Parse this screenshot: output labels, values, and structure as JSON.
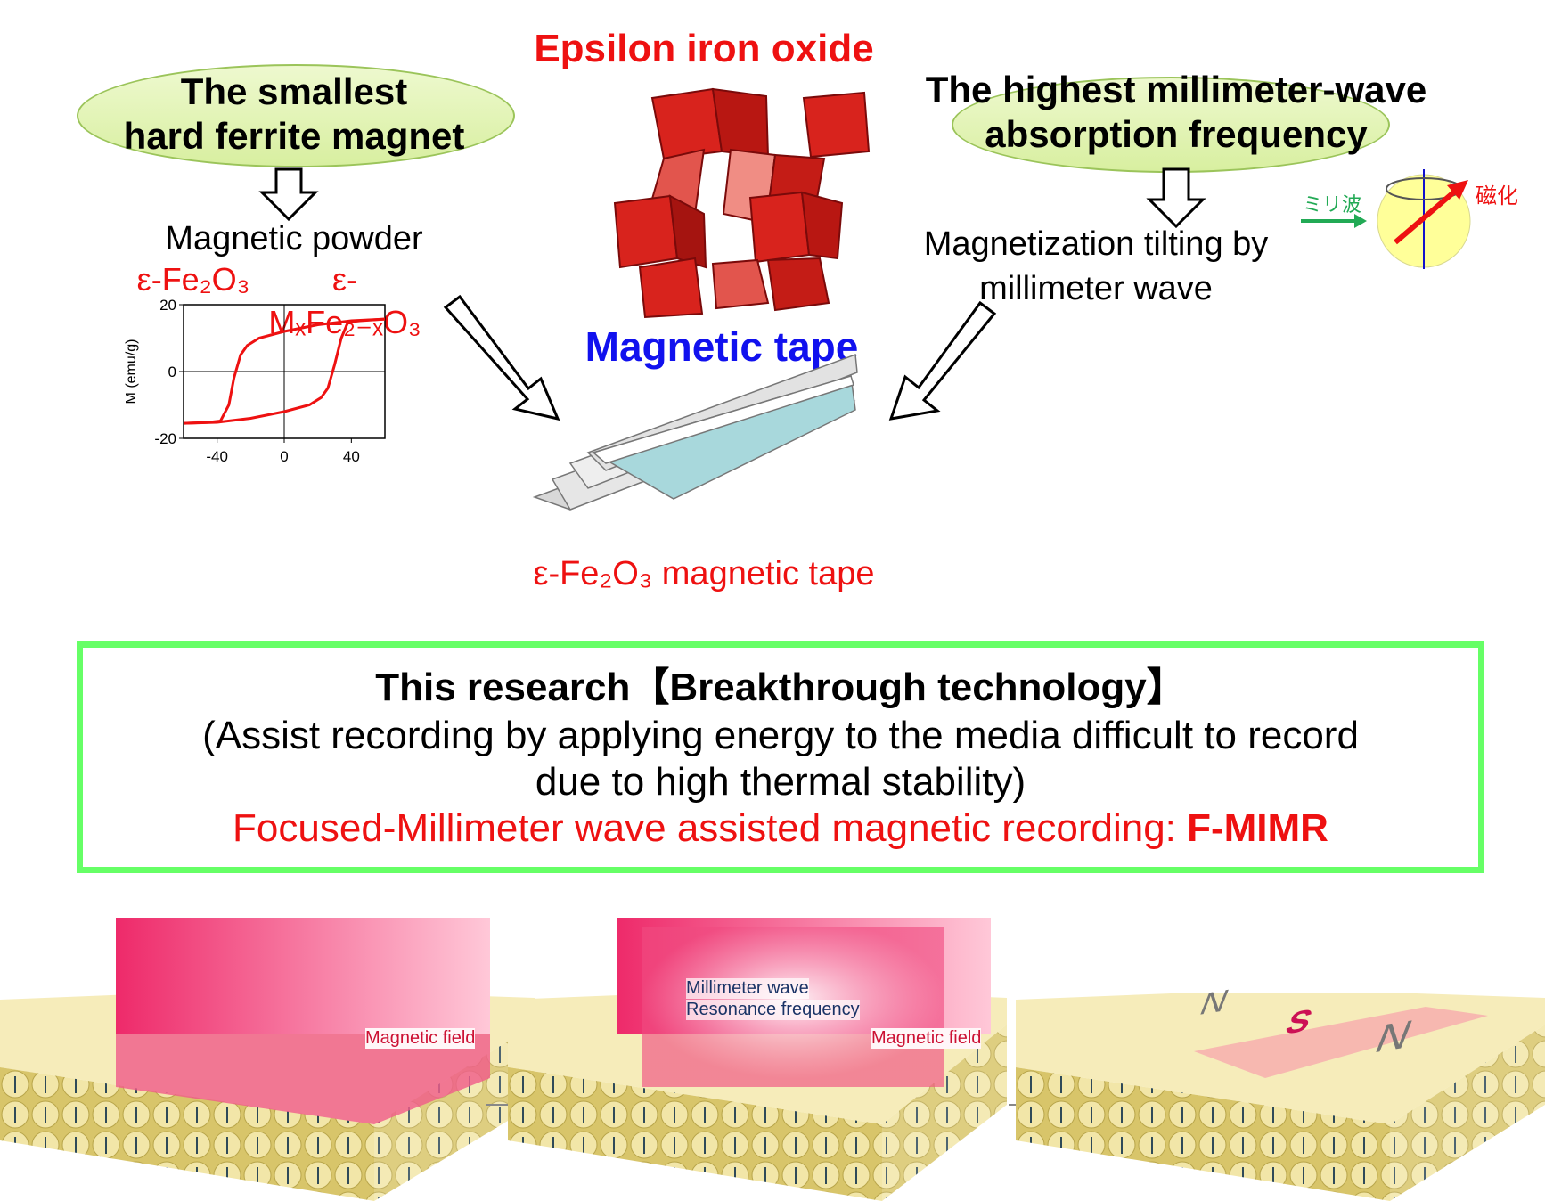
{
  "top_center_title": "Epsilon iron oxide",
  "left": {
    "ellipse_line1": "The smallest",
    "ellipse_line2": "hard ferrite magnet",
    "powder_label": "Magnetic powder",
    "formula_a": "ε-Fe₂O₃",
    "formula_b": "ε-MₓFe₂₋ₓO₃"
  },
  "right": {
    "ellipse_line1": "The highest millimeter-wave",
    "ellipse_line2": "absorption frequency",
    "tilt_line1": "Magnetization tilting by",
    "tilt_line2": "millimeter wave",
    "mmwave_label": "ミリ波",
    "magnetization_label": "磁化"
  },
  "center": {
    "tape_title": "Magnetic tape",
    "tape_caption": "ε-Fe₂O₃ magnetic tape"
  },
  "chart_data": {
    "type": "line",
    "title": "",
    "xlabel": "",
    "ylabel": "M (emu/g)",
    "xlim": [
      -60,
      60
    ],
    "ylim": [
      -20,
      20
    ],
    "x_ticks": [
      "-40",
      "0",
      "40"
    ],
    "y_ticks": [
      "20",
      "0",
      "-20"
    ],
    "series": [
      {
        "x": [
          -60,
          -45,
          -38,
          -33,
          -30,
          -26,
          -22,
          -15,
          0,
          20,
          40,
          60
        ],
        "y": [
          -15.5,
          -15.2,
          -14.8,
          -10,
          -2,
          5,
          7.8,
          10,
          12,
          14,
          15.2,
          15.7
        ]
      },
      {
        "x": [
          60,
          45,
          38,
          34,
          30,
          26,
          22,
          15,
          0,
          -20,
          -40,
          -60
        ],
        "y": [
          15.7,
          15.2,
          14.8,
          10,
          2,
          -5,
          -7.8,
          -10,
          -12,
          -14,
          -15.2,
          -15.5
        ]
      }
    ],
    "color": "#ee1111"
  },
  "research": {
    "line1": "This research【Breakthrough technology】",
    "line2": "(Assist recording by applying energy to the media difficult to record",
    "line3": "due to high thermal stability)",
    "line4_prefix": "Focused-Millimeter wave assisted magnetic recording: ",
    "line4_bold": "F-MIMR"
  },
  "panels": {
    "p1_field": "Magnetic field",
    "p2_wave_line1": "Millimeter wave",
    "p2_wave_line2": "Resonance frequency",
    "p2_field": "Magnetic field",
    "p3_n1": "N",
    "p3_s": "S",
    "p3_n2": "N"
  },
  "colors": {
    "red": "#ee1111",
    "blue": "#1111ee",
    "green_box": "#66ff66"
  }
}
